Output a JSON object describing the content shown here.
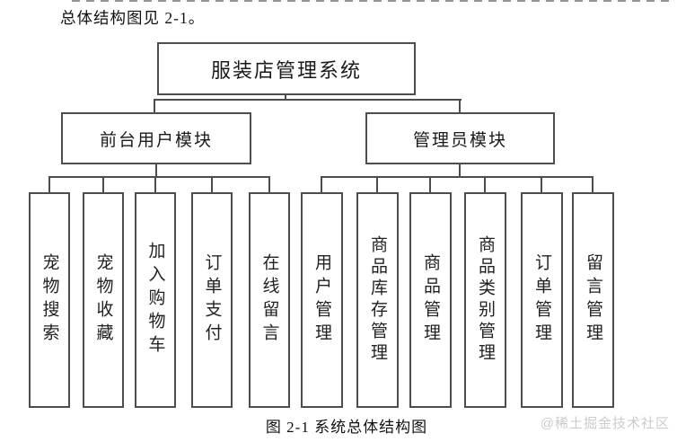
{
  "page": {
    "heading": "总体结构图见 2-1。",
    "caption": "图 2-1 系统总体结构图",
    "watermark": "@稀土掘金技术社区"
  },
  "diagram": {
    "root": "服装店管理系统",
    "branches": [
      {
        "label": "前台用户模块",
        "children": [
          "宠物搜索",
          "宠物收藏",
          "加入购物车",
          "订单支付",
          "在线留言"
        ]
      },
      {
        "label": "管理员模块",
        "children": [
          "用户管理",
          "商品库存管理",
          "商品管理",
          "商品类别管理",
          "订单管理",
          "留言管理"
        ]
      }
    ]
  },
  "colors": {
    "box_border": "#4d4d4d",
    "connector_line": "#4d4d4d",
    "watermark_text": "#cbcbcb",
    "background": "#ffffff"
  }
}
